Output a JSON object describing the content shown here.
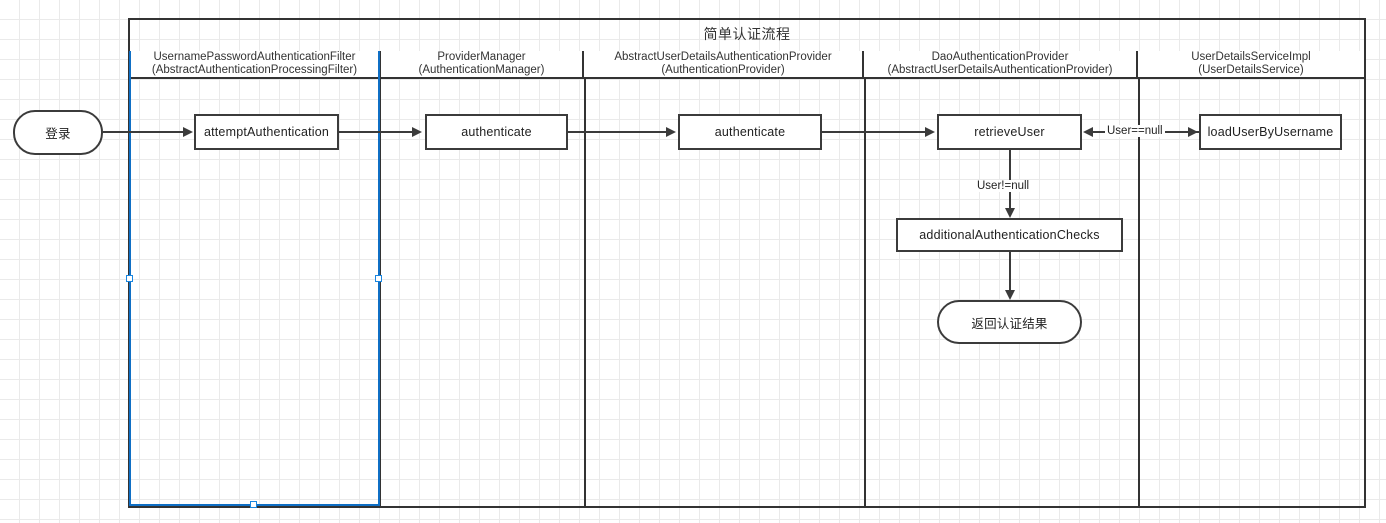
{
  "diagram": {
    "title": "简单认证流程",
    "lanes": [
      {
        "name": "UsernamePasswordAuthenticationFilter",
        "interface": "(AbstractAuthenticationProcessingFilter)",
        "selected": true
      },
      {
        "name": "ProviderManager",
        "interface": "(AuthenticationManager)",
        "selected": false
      },
      {
        "name": "AbstractUserDetailsAuthenticationProvider",
        "interface": "(AuthenticationProvider)",
        "selected": false
      },
      {
        "name": "DaoAuthenticationProvider",
        "interface": "(AbstractUserDetailsAuthenticationProvider)",
        "selected": false
      },
      {
        "name": "UserDetailsServiceImpl",
        "interface": "(UserDetailsService)",
        "selected": false
      }
    ],
    "nodes": [
      {
        "id": "login",
        "label": "登录",
        "shape": "terminal"
      },
      {
        "id": "attempt-authentication",
        "label": "attemptAuthentication",
        "shape": "process"
      },
      {
        "id": "authenticate-provider-manager",
        "label": "authenticate",
        "shape": "process"
      },
      {
        "id": "authenticate-abstract-provider",
        "label": "authenticate",
        "shape": "process"
      },
      {
        "id": "retrieve-user",
        "label": "retrieveUser",
        "shape": "process"
      },
      {
        "id": "load-user-by-username",
        "label": "loadUserByUsername",
        "shape": "process"
      },
      {
        "id": "additional-authentication-checks",
        "label": "additionalAuthenticationChecks",
        "shape": "process"
      },
      {
        "id": "return-result",
        "label": "返回认证结果",
        "shape": "terminal"
      }
    ],
    "edge_labels": {
      "user_is_null": "User==null",
      "user_not_null": "User!=null"
    },
    "colors": {
      "selection": "#0f6fc5",
      "stroke": "#3b3b3b",
      "pool_border": "#333333",
      "grid": "#eaeaea",
      "background": "#ffffff"
    }
  }
}
